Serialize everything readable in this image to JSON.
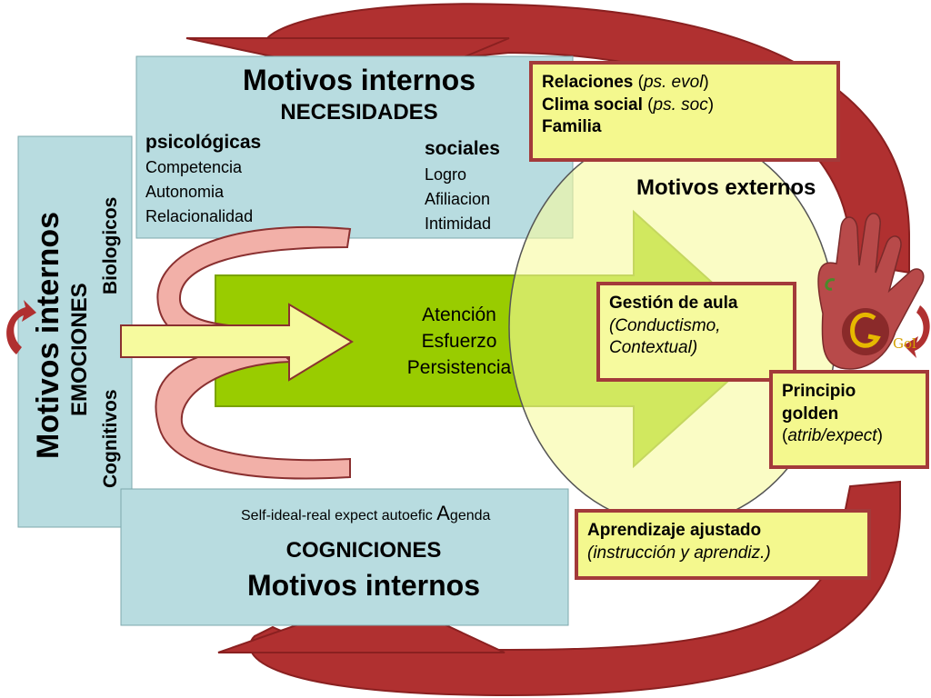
{
  "colors": {
    "light_blue": "#b8dce0",
    "green": "#99cc00",
    "dark_red": "#b03030",
    "pink": "#f2b0a8",
    "yellow": "#f6fa9e",
    "box_border": "#a33a3a"
  },
  "top_box": {
    "title": "Motivos internos",
    "subtitle": "NECESIDADES",
    "left_heading": "psicológicas",
    "left_items": [
      "Competencia",
      "Autonomia",
      "Relacionalidad"
    ],
    "right_heading": "sociales",
    "right_items": [
      "Logro",
      "Afiliacion",
      "Intimidad"
    ]
  },
  "left_box": {
    "title": "Motivos internos",
    "subtitle": "EMOCIONES",
    "label_biological": "Biologicos",
    "label_cognitive": "Cognitivos"
  },
  "bottom_box": {
    "line_prefix": "Self-ideal-real  expect autoefic ",
    "line_big_letter": "A",
    "line_suffix": "genda",
    "subtitle": "COGNICIONES",
    "title": "Motivos internos"
  },
  "center_arrow": {
    "items": [
      "Atención",
      "Esfuerzo",
      "Persistencia"
    ]
  },
  "external_label": "Motivos externos",
  "box_relaciones": {
    "line1_bold": "Relaciones",
    "line1_paren_open": " (",
    "line1_italic": "ps. evol",
    "line1_paren_close": ")",
    "line2_bold": "Clima social",
    "line2_paren_open": " (",
    "line2_italic": "ps. soc",
    "line2_paren_close": ")",
    "line3_bold": "Familia"
  },
  "box_gestion": {
    "line1_bold": "Gestión de aula",
    "line2_italic": "(Conductismo,",
    "line3_italic": "Contextual)"
  },
  "box_principio": {
    "line1_bold": "Principio",
    "line2_bold": "golden",
    "line3_open": "(",
    "line3_italic": "atrib/expect",
    "line3_close": ")"
  },
  "box_aprendizaje": {
    "line1_bold": "Aprendizaje ajustado",
    "line2_italic": "(instrucción y aprendiz.)"
  },
  "logo_text": "Gol"
}
